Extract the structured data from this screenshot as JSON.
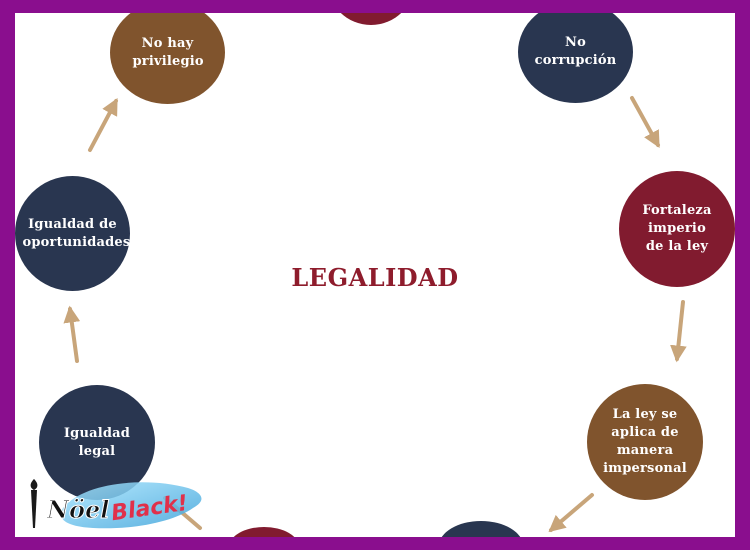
{
  "title": "LEGALIDAD",
  "nodes": {
    "no_privilegio": "No hay privilegio",
    "no_corrupcion": "No corrupción",
    "fortaleza": "Fortaleza imperio de la ley",
    "igualdad_oportunidades": "Igualdad de oportunidades",
    "ley_impersonal": "La ley se aplica de manera impersonal",
    "igualdad_legal": "Igualdad legal"
  },
  "watermark": {
    "text_part1": "Nöel",
    "text_part2": "Black!"
  },
  "colors": {
    "frame": "#8a0e8e",
    "navy": "#293650",
    "brown": "#80542d",
    "crimson": "#811b2f",
    "arrow": "#c8a57a",
    "title": "#8e1c2c"
  }
}
